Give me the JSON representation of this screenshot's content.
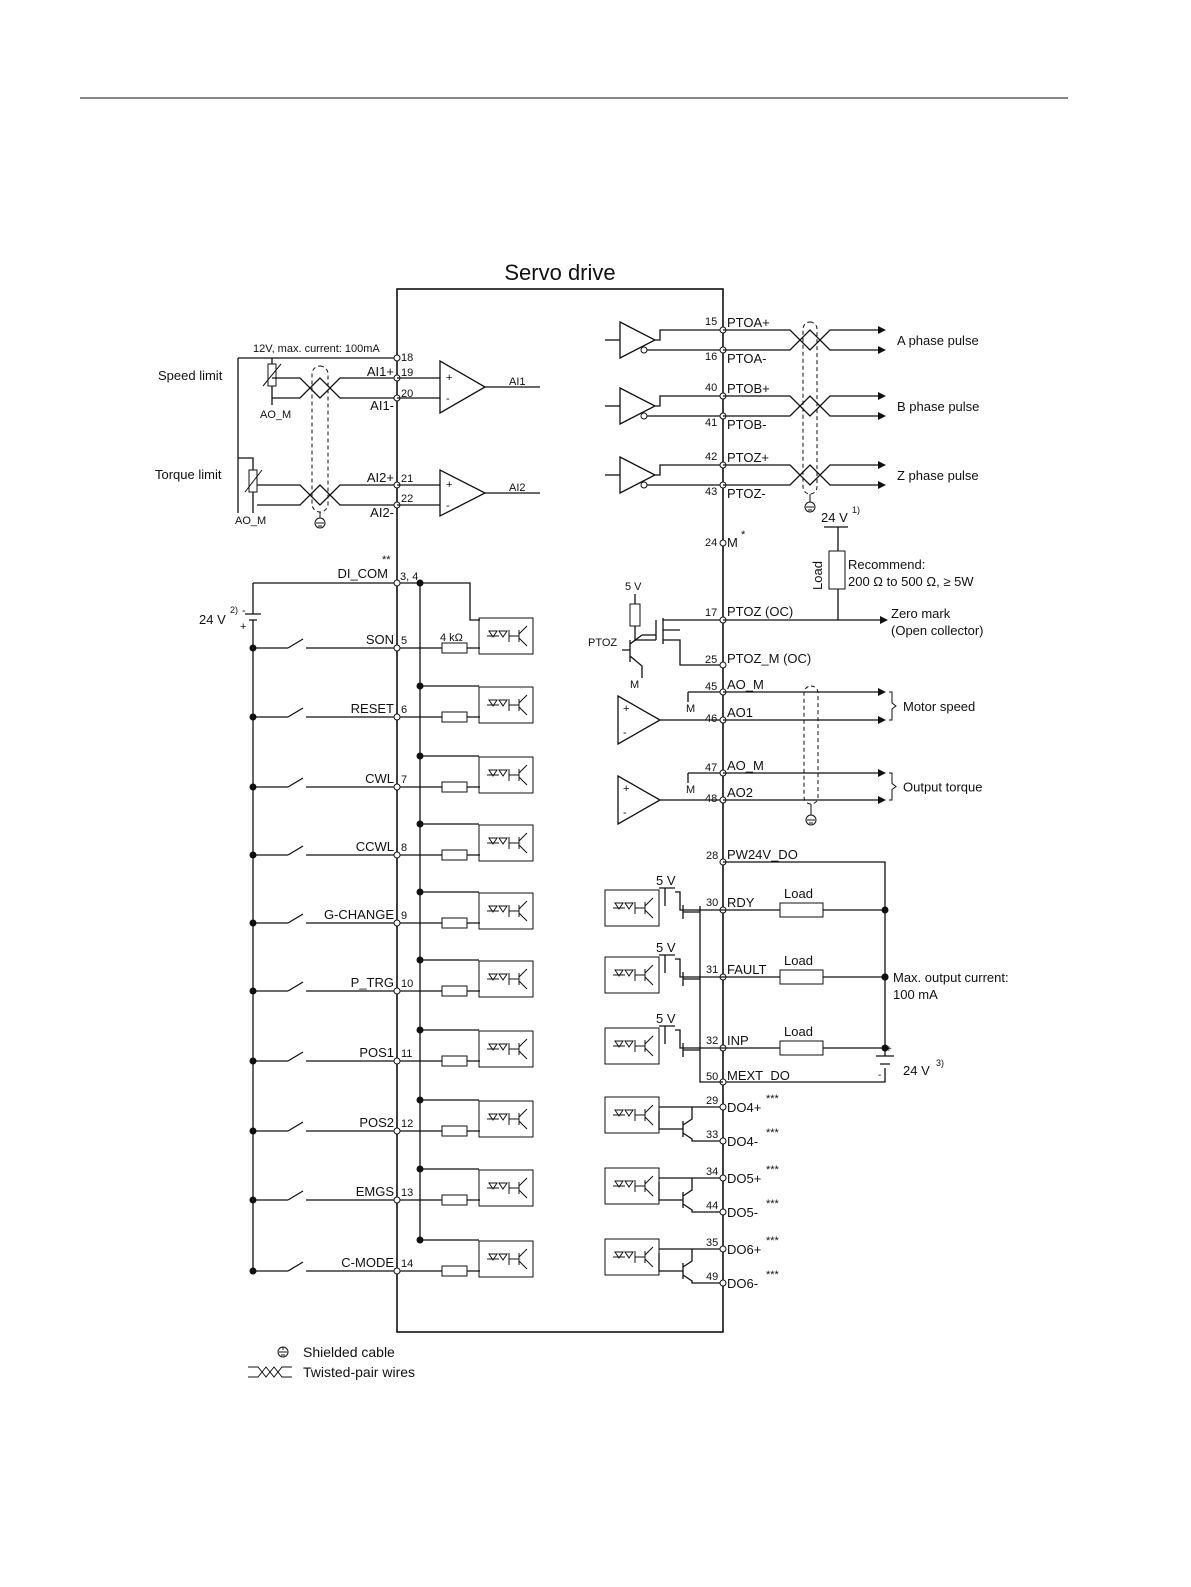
{
  "title": "Servo drive",
  "analog_in": {
    "supply": "12V, max. current: 100mA",
    "speed_limit": "Speed limit",
    "torque_limit": "Torque limit",
    "ao_m": "AO_M",
    "pins": [
      {
        "num": "18",
        "label": ""
      },
      {
        "num": "19",
        "label": "AI1+"
      },
      {
        "num": "20",
        "label": "AI1-"
      },
      {
        "num": "21",
        "label": "AI2+"
      },
      {
        "num": "22",
        "label": "AI2-"
      }
    ],
    "amp1_out": "AI1",
    "amp2_out": "AI2"
  },
  "digital_in": {
    "com_label": "DI_COM",
    "com_note": "**",
    "com_pins": "3, 4",
    "supply": "24 V",
    "supply_note": "2)",
    "resistor": "4 kΩ",
    "inputs": [
      {
        "label": "SON",
        "num": "5"
      },
      {
        "label": "RESET",
        "num": "6"
      },
      {
        "label": "CWL",
        "num": "7"
      },
      {
        "label": "CCWL",
        "num": "8"
      },
      {
        "label": "G-CHANGE",
        "num": "9"
      },
      {
        "label": "P_TRG",
        "num": "10"
      },
      {
        "label": "POS1",
        "num": "11"
      },
      {
        "label": "POS2",
        "num": "12"
      },
      {
        "label": "EMGS",
        "num": "13"
      },
      {
        "label": "C-MODE",
        "num": "14"
      }
    ]
  },
  "pulse_out": [
    {
      "pos_num": "15",
      "pos_label": "PTOA+",
      "neg_num": "16",
      "neg_label": "PTOA-",
      "desc": "A phase pulse"
    },
    {
      "pos_num": "40",
      "pos_label": "PTOB+",
      "neg_num": "41",
      "neg_label": "PTOB-",
      "desc": "B phase pulse"
    },
    {
      "pos_num": "42",
      "pos_label": "PTOZ+",
      "neg_num": "43",
      "neg_label": "PTOZ-",
      "desc": "Z phase pulse"
    }
  ],
  "zero_mark": {
    "supply": "24 V",
    "supply_note": "1)",
    "m_num": "24",
    "m_label": "M",
    "m_note": "*",
    "load": "Load",
    "recommend_1": "Recommend:",
    "recommend_2": "200 Ω to 500 Ω, ≥ 5W",
    "v5": "5 V",
    "ptoz": "PTOZ",
    "m": "M",
    "oc_num": "17",
    "oc_label": "PTOZ (OC)",
    "ocm_num": "25",
    "ocm_label": "PTOZ_M (OC)",
    "desc_1": "Zero mark",
    "desc_2": "(Open collector)"
  },
  "analog_out": [
    {
      "m_num": "45",
      "m_label": "AO_M",
      "num": "46",
      "label": "AO1",
      "m": "M",
      "desc": "Motor speed"
    },
    {
      "m_num": "47",
      "m_label": "AO_M",
      "num": "48",
      "label": "AO2",
      "m": "M",
      "desc": "Output torque"
    }
  ],
  "digital_out": {
    "pw_num": "28",
    "pw_label": "PW24V_DO",
    "v5": "5 V",
    "load": "Load",
    "outputs": [
      {
        "num": "30",
        "label": "RDY"
      },
      {
        "num": "31",
        "label": "FAULT"
      },
      {
        "num": "32",
        "label": "INP"
      }
    ],
    "mext_num": "50",
    "mext_label": "MEXT_DO",
    "max_current_1": "Max. output current:",
    "max_current_2": "100 mA",
    "supply": "24 V",
    "supply_note": "3)",
    "diff_note": "***",
    "diff": [
      {
        "pos_num": "29",
        "pos_label": "DO4+",
        "neg_num": "33",
        "neg_label": "DO4-"
      },
      {
        "pos_num": "34",
        "pos_label": "DO5+",
        "neg_num": "44",
        "neg_label": "DO5-"
      },
      {
        "pos_num": "35",
        "pos_label": "DO6+",
        "neg_num": "49",
        "neg_label": "DO6-"
      }
    ]
  },
  "legend": {
    "shielded": "Shielded cable",
    "twisted": "Twisted-pair wires"
  }
}
